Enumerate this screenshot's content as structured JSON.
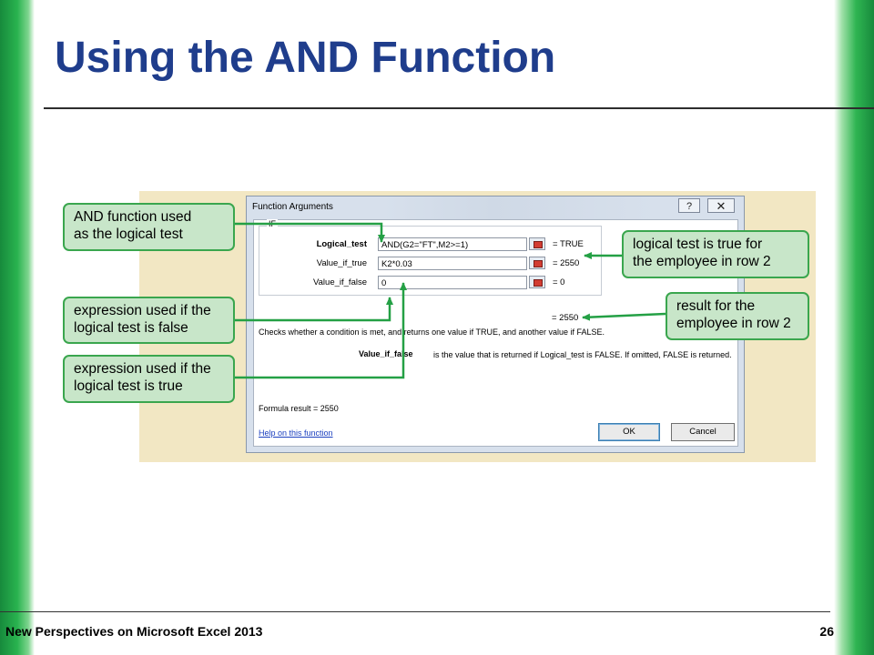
{
  "slide": {
    "title": "Using the AND Function",
    "footer": "New Perspectives on Microsoft Excel 2013",
    "page_number": "26"
  },
  "dialog": {
    "title": "Function Arguments",
    "help_button": "?",
    "close_button": "✕",
    "group_label": "IF",
    "args": [
      {
        "label": "Logical_test",
        "value": "AND(G2=\"FT\",M2>=1)",
        "result": "=  TRUE"
      },
      {
        "label": "Value_if_true",
        "value": "K2*0.03",
        "result": "=  2550"
      },
      {
        "label": "Value_if_false",
        "value": "0",
        "result": "=  0"
      }
    ],
    "overall_result": "=  2550",
    "description": "Checks whether a condition is met, and returns one value if TRUE, and another value if FALSE.",
    "param_name": "Value_if_false",
    "param_description": "is the value that is returned if Logical_test is FALSE. If omitted, FALSE is returned.",
    "formula_result": "Formula result =   2550",
    "help_link": "Help on this function",
    "ok_label": "OK",
    "cancel_label": "Cancel"
  },
  "callouts": {
    "and_function": [
      "AND  function used",
      "as the logical test"
    ],
    "expr_false": [
      "expression used if the",
      "logical test is false"
    ],
    "expr_true": [
      "expression used if the",
      "logical test is true"
    ],
    "logical_true": [
      "logical test is true for",
      "the employee in row 2"
    ],
    "result_row2": [
      "result for the",
      "employee in row 2"
    ]
  },
  "colors": {
    "title": "#1f3d8c",
    "callout_fill": "#c8e6c9",
    "callout_border": "#3aa64e",
    "side_bar": "#29b34f",
    "figure_bg": "#f2e7c3"
  }
}
